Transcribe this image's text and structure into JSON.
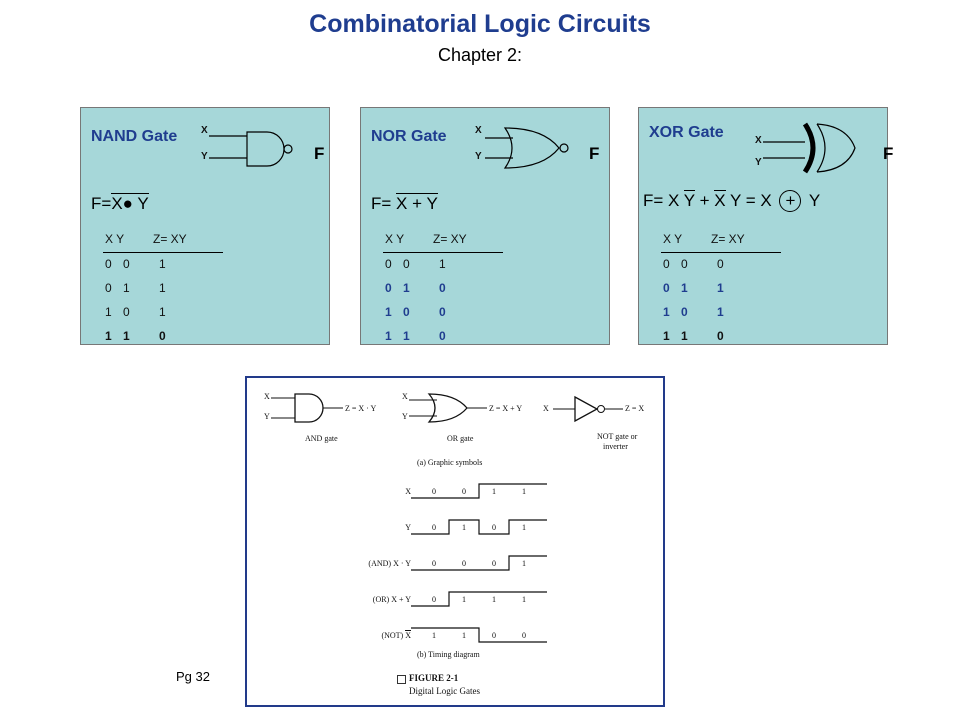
{
  "header": {
    "title": "Combinatorial Logic Circuits",
    "subtitle": "Chapter 2:"
  },
  "panels": [
    {
      "name": "NAND Gate",
      "x": "X",
      "y": "Y",
      "out": "F",
      "formula": {
        "prefix": "F=",
        "bar": "X● Y"
      },
      "table": {
        "h_xy": "X  Y",
        "h_z": "Z= XY",
        "rows": [
          [
            "0",
            "0",
            "1"
          ],
          [
            "0",
            "1",
            "1"
          ],
          [
            "1",
            "0",
            "1"
          ],
          [
            "1",
            "1",
            "0"
          ]
        ]
      }
    },
    {
      "name": "NOR Gate",
      "x": "X",
      "y": "Y",
      "out": "F",
      "formula": {
        "prefix": "F=",
        "bar": "X + Y"
      },
      "table": {
        "h_xy": "X  Y",
        "h_z": "Z= XY",
        "rows": [
          [
            "0",
            "0",
            "1"
          ],
          [
            "0",
            "1",
            "0"
          ],
          [
            "1",
            "0",
            "0"
          ],
          [
            "1",
            "1",
            "0"
          ]
        ]
      }
    },
    {
      "name": "XOR Gate",
      "x": "X",
      "y": "Y",
      "out": "F",
      "formula": {
        "p1": "F= X ",
        "b1": "Y",
        "p2": " + ",
        "b2": "X",
        "p3": " Y  = X ",
        "op": "+",
        "p4": " Y"
      },
      "table": {
        "h_xy": "X  Y",
        "h_z": "Z= XY",
        "rows": [
          [
            "0",
            "0",
            "0"
          ],
          [
            "0",
            "1",
            "1"
          ],
          [
            "1",
            "0",
            "1"
          ],
          [
            "1",
            "1",
            "0"
          ]
        ]
      }
    }
  ],
  "footer": {
    "page": "Pg 32"
  },
  "figure": {
    "and": {
      "x": "X",
      "y": "Y",
      "out": "Z = X · Y",
      "cap": "AND gate"
    },
    "or": {
      "x": "X",
      "y": "Y",
      "out": "Z = X + Y",
      "cap": "OR gate"
    },
    "not": {
      "x": "X",
      "out": "Z = X",
      "cap1": "NOT gate or",
      "cap2": "inverter"
    },
    "cap_a": "(a) Graphic symbols",
    "timing": {
      "rows": [
        {
          "label": "X",
          "values": [
            "0",
            "0",
            "1",
            "1"
          ]
        },
        {
          "label": "Y",
          "values": [
            "0",
            "1",
            "0",
            "1"
          ]
        },
        {
          "label": "(AND)  X · Y",
          "values": [
            "0",
            "0",
            "0",
            "1"
          ]
        },
        {
          "label": "(OR)    X + Y",
          "values": [
            "0",
            "1",
            "1",
            "1"
          ]
        },
        {
          "label": "(NOT)   X",
          "values": [
            "1",
            "1",
            "0",
            "0"
          ]
        }
      ]
    },
    "cap_b": "(b) Timing diagram",
    "fig_title": "FIGURE 2-1",
    "fig_sub": "Digital Logic Gates"
  }
}
